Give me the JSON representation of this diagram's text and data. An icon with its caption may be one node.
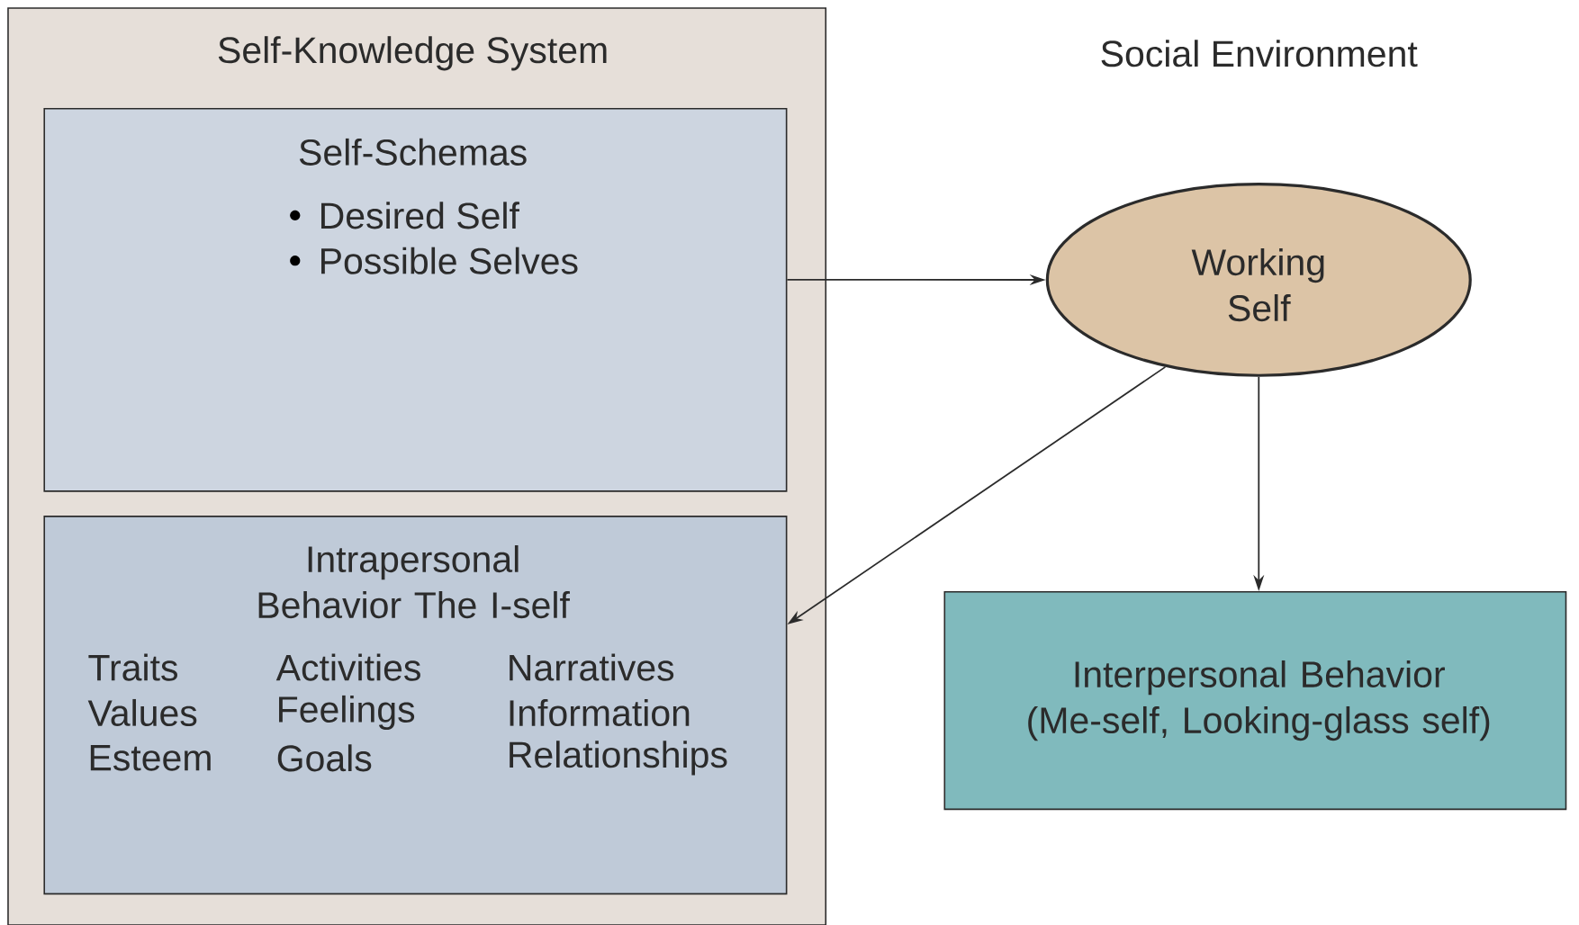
{
  "diagram": {
    "nodes": [
      {
        "text": [
          "Self-Knowledge System"
        ]
      },
      {
        "text": [
          "Self-Schemas",
          "Desired Self",
          "Possible Selves"
        ],
        "in": 0
      },
      {
        "text": [
          "Intrapersonal Behavior The I-self",
          "Traits",
          "Activities",
          "Narratives",
          "Values",
          "Feelings",
          "Information",
          "Esteem",
          "Goals",
          "Relationships"
        ],
        "in": 0
      },
      {
        "text": [
          "Working Self"
        ]
      },
      {
        "text": [
          "Interpersonal Behavior (Me-self, Looking-glass self)"
        ]
      }
    ],
    "edges": [
      {
        "from": 1,
        "to": 3,
        "arrow": "to"
      },
      {
        "from": 3,
        "to": 2,
        "arrow": "to"
      },
      {
        "from": 3,
        "to": 4,
        "arrow": "to"
      }
    ],
    "labels": [
      "Social Environment"
    ]
  }
}
